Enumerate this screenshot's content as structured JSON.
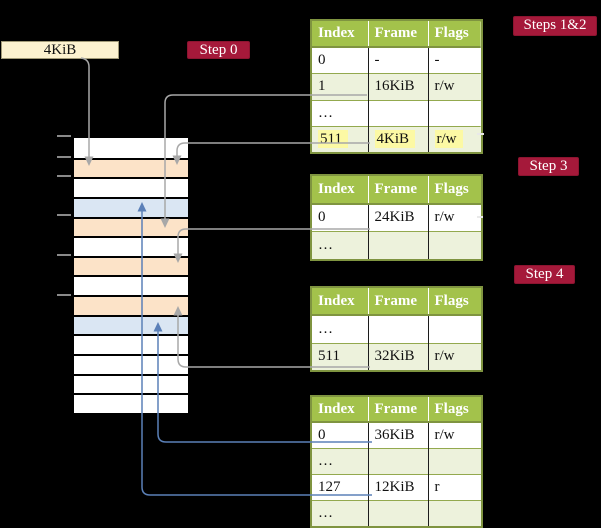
{
  "frame_label": {
    "text": "4KiB"
  },
  "step_labels": {
    "step0": "Step 0",
    "steps12": "Steps 1&2",
    "step3": "Step 3",
    "step4": "Step 4"
  },
  "memory_column": {
    "cells": [
      "free",
      "table",
      "free",
      "page",
      "table",
      "free",
      "table",
      "free",
      "table",
      "page",
      "free",
      "free",
      "free",
      "free"
    ]
  },
  "page_tables": [
    {
      "name": "page-table-1",
      "headers": [
        "Index",
        "Frame",
        "Flags"
      ],
      "rows": [
        {
          "cells": [
            "0",
            "-",
            "-"
          ]
        },
        {
          "cells": [
            "1",
            "16KiB",
            "r/w"
          ]
        },
        {
          "cells": [
            "…",
            "",
            ""
          ]
        },
        {
          "cells": [
            "511",
            "4KiB",
            "r/w"
          ],
          "highlight": true
        }
      ]
    },
    {
      "name": "page-table-2",
      "headers": [
        "Index",
        "Frame",
        "Flags"
      ],
      "rows": [
        {
          "cells": [
            "0",
            "24KiB",
            "r/w"
          ]
        },
        {
          "cells": [
            "…",
            "",
            ""
          ]
        }
      ]
    },
    {
      "name": "page-table-3",
      "headers": [
        "Index",
        "Frame",
        "Flags"
      ],
      "rows": [
        {
          "cells": [
            "…",
            "",
            ""
          ]
        },
        {
          "cells": [
            "511",
            "32KiB",
            "r/w"
          ]
        }
      ]
    },
    {
      "name": "page-table-4",
      "headers": [
        "Index",
        "Frame",
        "Flags"
      ],
      "rows": [
        {
          "cells": [
            "0",
            "36KiB",
            "r/w"
          ]
        },
        {
          "cells": [
            "…",
            "",
            ""
          ]
        },
        {
          "cells": [
            "127",
            "12KiB",
            "r"
          ]
        },
        {
          "cells": [
            "…",
            "",
            ""
          ]
        }
      ]
    }
  ],
  "arrows": [
    {
      "name": "arrow-cr3-to-frame-4kib",
      "kind": "gray"
    },
    {
      "name": "arrow-pte-1-to-frame-16kib",
      "kind": "gray"
    },
    {
      "name": "arrow-pte-511-to-frame-4kib",
      "kind": "gray"
    },
    {
      "name": "arrow-pte-0-to-frame-24kib",
      "kind": "gray"
    },
    {
      "name": "arrow-pte-511-to-frame-32kib",
      "kind": "gray"
    },
    {
      "name": "arrow-pte-0-to-frame-36kib",
      "kind": "blue"
    },
    {
      "name": "arrow-pte-127-to-frame-12kib",
      "kind": "blue"
    }
  ],
  "colors": {
    "background": "#000000",
    "step_label_bg": "#a5193a",
    "step_label_text": "#ffffff",
    "table_header_bg": "#a3c24b",
    "table_header_text": "#ffffff",
    "table_border": "#7f9440",
    "table_row_shaded": "#edf2dc",
    "table_row_plain": "#ffffff",
    "highlight_yellow": "#fcf9a4",
    "frame_label_bg": "#fdf2d0",
    "memory_frame_free": "#ffffff",
    "memory_frame_table": "#fce3c8",
    "memory_frame_page": "#dae6f3",
    "arrow_gray": "#a8a8a8",
    "arrow_blue": "#5b80b8",
    "tick_gray": "#8a8a8a"
  }
}
